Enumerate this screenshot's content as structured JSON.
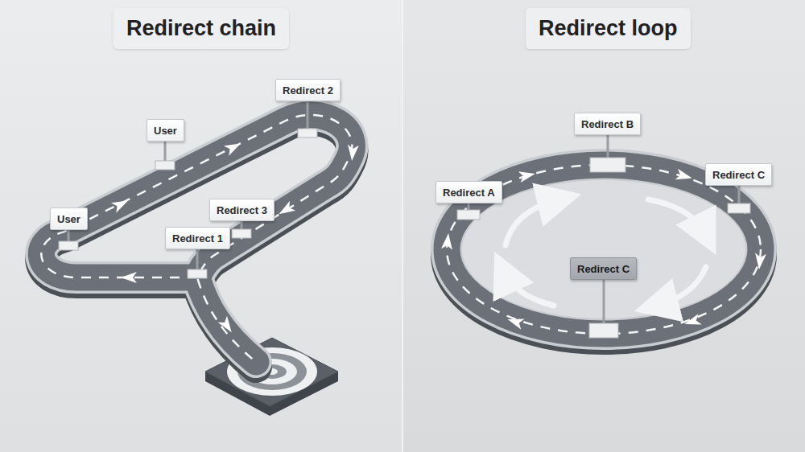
{
  "diagram": {
    "nodes": [
      {
        "text": [
          "Redirect chain"
        ]
      },
      {
        "text": [
          "Redirect 2"
        ],
        "in": 0
      },
      {
        "text": [
          "User"
        ],
        "in": 0
      },
      {
        "text": [
          "Redirect 3"
        ],
        "in": 0
      },
      {
        "text": [
          "User"
        ],
        "in": 0
      },
      {
        "text": [
          "Redirect 1"
        ],
        "in": 0
      },
      {
        "text": [
          "Redirect loop"
        ]
      },
      {
        "text": [
          "Redirect B"
        ],
        "in": 6
      },
      {
        "text": [
          "Redirect A"
        ],
        "in": 6
      },
      {
        "text": [
          "Redirect C"
        ],
        "in": 6
      },
      {
        "text": [
          "Redirect C"
        ],
        "in": 6
      }
    ]
  }
}
